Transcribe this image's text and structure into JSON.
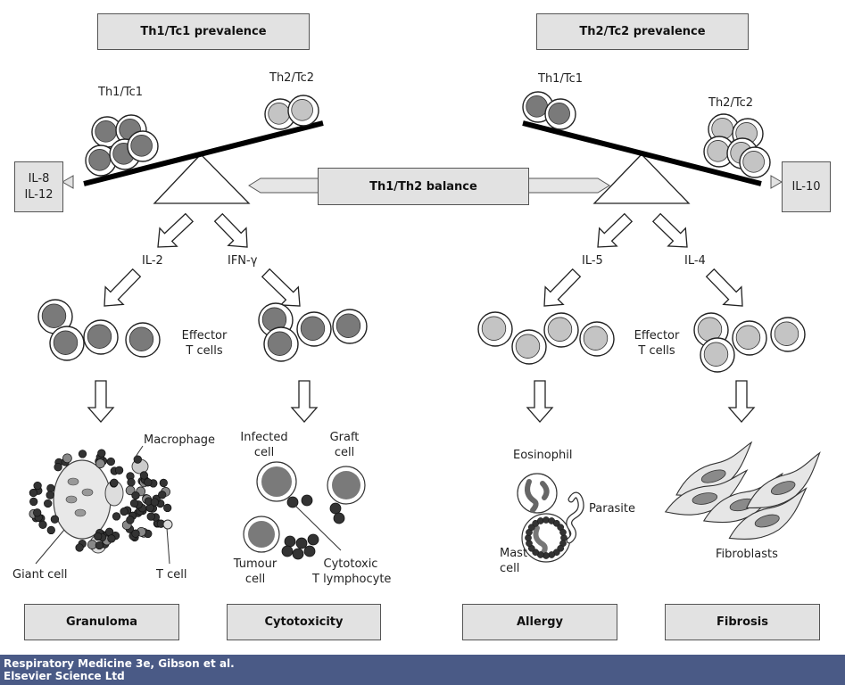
{
  "headers": {
    "left": "Th1/Tc1 prevalence",
    "right": "Th2/Tc2 prevalence"
  },
  "balance": {
    "center_label": "Th1/Th2 balance",
    "left_cytokines": [
      "IL-8",
      "IL-12"
    ],
    "right_cytokine": "IL-10",
    "left_scale": {
      "heavy_side": "Th1/Tc1",
      "light_side": "Th2/Tc2"
    },
    "right_scale": {
      "light_side": "Th1/Tc1",
      "heavy_side": "Th2/Tc2"
    }
  },
  "cytokines": {
    "il2": "IL-2",
    "ifn": "IFN-γ",
    "il5": "IL-5",
    "il4": "IL-4"
  },
  "effector": {
    "left": [
      "Effector",
      "T cells"
    ],
    "right": [
      "Effector",
      "T cells"
    ]
  },
  "granuloma_panel": {
    "macrophage": "Macrophage",
    "giant_cell": "Giant cell",
    "t_cell": "T cell"
  },
  "cytotoxicity_panel": {
    "infected": [
      "Infected",
      "cell"
    ],
    "graft": [
      "Graft",
      "cell"
    ],
    "tumour": [
      "Tumour",
      "cell"
    ],
    "ctl": [
      "Cytotoxic",
      "T lymphocyte"
    ]
  },
  "allergy_panel": {
    "eosinophil": "Eosinophil",
    "parasite": "Parasite",
    "mast": [
      "Mast",
      "cell"
    ]
  },
  "fibrosis_panel": {
    "fibroblasts": "Fibroblasts"
  },
  "outcomes": [
    "Granuloma",
    "Cytotoxicity",
    "Allergy",
    "Fibrosis"
  ],
  "footer": {
    "line1": "Respiratory Medicine 3e, Gibson et al.",
    "line2": "Elsevier Science Ltd"
  },
  "colors": {
    "box_fill": "#e2e2e2",
    "th1_cell_nucleus": "#7a7a7a",
    "th2_cell_nucleus": "#c4c4c4",
    "footer_bg": "#4a5a86"
  }
}
